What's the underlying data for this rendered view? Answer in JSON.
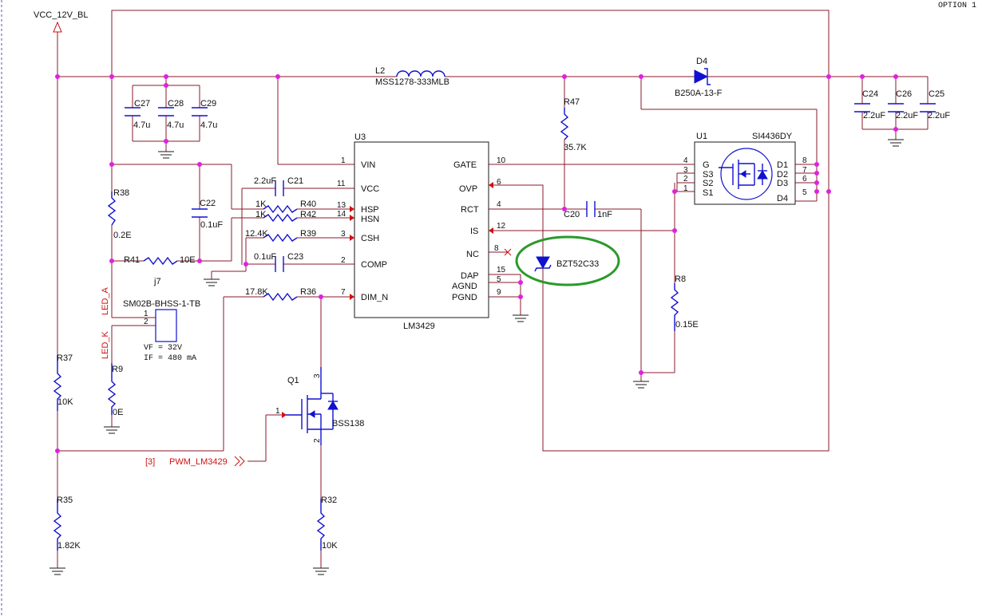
{
  "sheet": {
    "option_label": "OPTION 1"
  },
  "nets": {
    "vcc": "VCC_12V_BL",
    "led_a": "LED_A",
    "led_k": "LED_K",
    "pwm": "PWM_LM3429",
    "pwm_ref": "[3]"
  },
  "ic": {
    "ref": "U3",
    "part": "LM3429",
    "left_pins": [
      {
        "name": "VIN",
        "num": "1"
      },
      {
        "name": "VCC",
        "num": "11"
      },
      {
        "name": "HSP",
        "num": "13"
      },
      {
        "name": "HSN",
        "num": "14"
      },
      {
        "name": "CSH",
        "num": "3"
      },
      {
        "name": "COMP",
        "num": "2"
      },
      {
        "name": "DIM_N",
        "num": "7"
      }
    ],
    "right_pins": [
      {
        "name": "GATE",
        "num": "10"
      },
      {
        "name": "OVP",
        "num": "6"
      },
      {
        "name": "RCT",
        "num": "4"
      },
      {
        "name": "IS",
        "num": "12"
      },
      {
        "name": "NC",
        "num": "8"
      },
      {
        "name": "DAP",
        "num": "15"
      },
      {
        "name": "AGND",
        "num": "5"
      },
      {
        "name": "PGND",
        "num": "9"
      }
    ]
  },
  "mosfet_u1": {
    "ref": "U1",
    "part": "SI4436DY",
    "left_pins": [
      {
        "name": "G",
        "num": "4"
      },
      {
        "name": "S3",
        "num": "3"
      },
      {
        "name": "S2",
        "num": "2"
      },
      {
        "name": "S1",
        "num": "1"
      }
    ],
    "right_pins": [
      {
        "name": "D1",
        "num": "8"
      },
      {
        "name": "D2",
        "num": "7"
      },
      {
        "name": "D3",
        "num": "6"
      },
      {
        "name": "D4",
        "num": "5"
      }
    ]
  },
  "inductor": {
    "ref": "L2",
    "part": "MSS1278-333MLB"
  },
  "diode_d4": {
    "ref": "D4",
    "part": "B250A-13-F"
  },
  "zener": {
    "part": "BZT52C33"
  },
  "q1": {
    "ref": "Q1",
    "part": "BSS138",
    "pin_gate": "1",
    "pin_drain": "3",
    "pin_source": "2"
  },
  "connector": {
    "ref": "SM02B-BHSS-1-TB",
    "pin1": "1",
    "pin2": "2",
    "note1": "VF = 32V",
    "note2": "IF = 480 mA"
  },
  "caps": {
    "c27": {
      "ref": "C27",
      "val": "4.7u"
    },
    "c28": {
      "ref": "C28",
      "val": "4.7u"
    },
    "c29": {
      "ref": "C29",
      "val": "4.7u"
    },
    "c22": {
      "ref": "C22",
      "val": "0.1uF"
    },
    "c21": {
      "ref": "C21",
      "val": "2.2uF"
    },
    "c23": {
      "ref": "C23",
      "val": "0.1uF"
    },
    "c20": {
      "ref": "C20",
      "val": "1nF"
    },
    "c24": {
      "ref": "C24",
      "val": "2.2uF"
    },
    "c26": {
      "ref": "C26",
      "val": "2.2uF"
    },
    "c25": {
      "ref": "C25",
      "val": "2.2uF"
    }
  },
  "resistors": {
    "r38": {
      "ref": "R38",
      "val": "0.2E"
    },
    "r41": {
      "ref": "R41",
      "val": "10E"
    },
    "r40": {
      "ref": "R40",
      "val": "1K"
    },
    "r42": {
      "ref": "R42",
      "val": "1K"
    },
    "r39": {
      "ref": "R39",
      "val": "12.4K"
    },
    "r36": {
      "ref": "R36",
      "val": "17.8K"
    },
    "r47": {
      "ref": "R47",
      "val": "35.7K"
    },
    "r8": {
      "ref": "R8",
      "val": "0.15E"
    },
    "r37": {
      "ref": "R37",
      "val": "10K"
    },
    "r35": {
      "ref": "R35",
      "val": "1.82K"
    },
    "r9": {
      "ref": "R9",
      "val": "0E"
    },
    "r32": {
      "ref": "R32",
      "val": "10K"
    }
  },
  "misc": {
    "j7": "j7"
  },
  "highlight_color": "#2a9a2a",
  "component_color": "#1010d0",
  "wire_color": "#8b1a2b",
  "junction_color": "#e020e0"
}
